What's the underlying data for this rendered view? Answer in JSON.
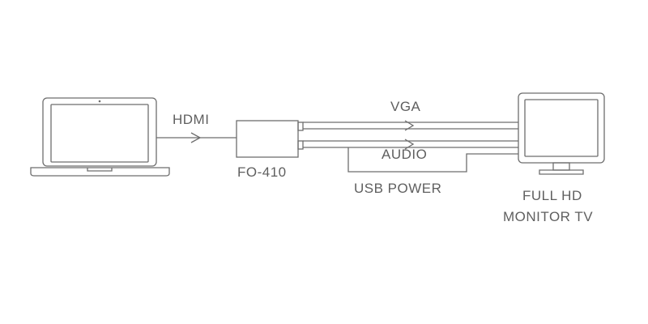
{
  "diagram": {
    "colors": {
      "stroke": "#6e6e6e",
      "text": "#5f5f5f",
      "background": "#ffffff"
    },
    "nodes": [
      {
        "id": "laptop",
        "icon": "laptop-icon"
      },
      {
        "id": "converter",
        "label": "FO-410"
      },
      {
        "id": "monitor",
        "icon": "monitor-icon",
        "label_lines": [
          "FULL HD",
          "MONITOR TV"
        ]
      }
    ],
    "connections": [
      {
        "from": "laptop",
        "to": "converter",
        "label": "HDMI",
        "arrow": true
      },
      {
        "from": "converter",
        "to": "monitor",
        "label": "VGA",
        "arrow": true
      },
      {
        "from": "converter",
        "to": "monitor",
        "label": "AUDIO",
        "arrow": true
      },
      {
        "from": "converter",
        "to": "monitor",
        "label": "USB POWER",
        "arrow": false
      }
    ]
  }
}
